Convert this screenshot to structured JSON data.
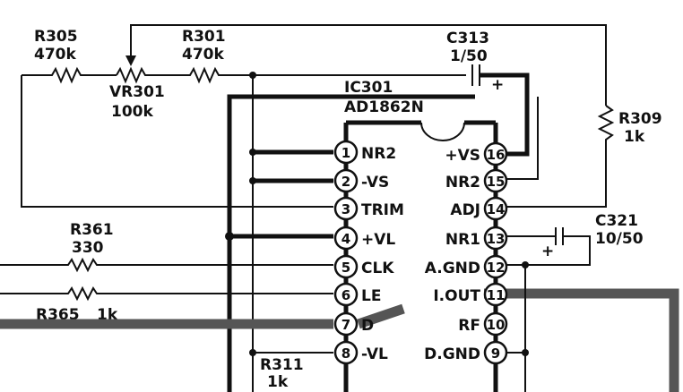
{
  "ic": {
    "ref": "IC301",
    "part": "AD1862N"
  },
  "resistors": {
    "r305": {
      "ref": "R305",
      "value": "470k"
    },
    "r301": {
      "ref": "R301",
      "value": "470k"
    },
    "vr301": {
      "ref": "VR301",
      "value": "100k"
    },
    "r309": {
      "ref": "R309",
      "value": "1k"
    },
    "r361": {
      "ref": "R361",
      "value": "330"
    },
    "r365": {
      "ref": "R365",
      "value": "1k"
    },
    "r311": {
      "ref": "R311",
      "value": "1k"
    }
  },
  "capacitors": {
    "c313": {
      "ref": "C313",
      "value": "1/50",
      "polarity": "+"
    },
    "c321": {
      "ref": "C321",
      "value": "10/50",
      "polarity": "+"
    }
  },
  "pins_left": [
    {
      "num": "1",
      "label": "NR2"
    },
    {
      "num": "2",
      "label": "-VS"
    },
    {
      "num": "3",
      "label": "TRIM"
    },
    {
      "num": "4",
      "label": "+VL"
    },
    {
      "num": "5",
      "label": "CLK"
    },
    {
      "num": "6",
      "label": "LE"
    },
    {
      "num": "7",
      "label": "D"
    },
    {
      "num": "8",
      "label": "-VL"
    }
  ],
  "pins_right": [
    {
      "num": "16",
      "label": "+VS"
    },
    {
      "num": "15",
      "label": "NR2"
    },
    {
      "num": "14",
      "label": "ADJ"
    },
    {
      "num": "13",
      "label": "NR1"
    },
    {
      "num": "12",
      "label": "A.GND"
    },
    {
      "num": "11",
      "label": "I.OUT"
    },
    {
      "num": "10",
      "label": "RF"
    },
    {
      "num": "9",
      "label": "D.GND"
    }
  ]
}
